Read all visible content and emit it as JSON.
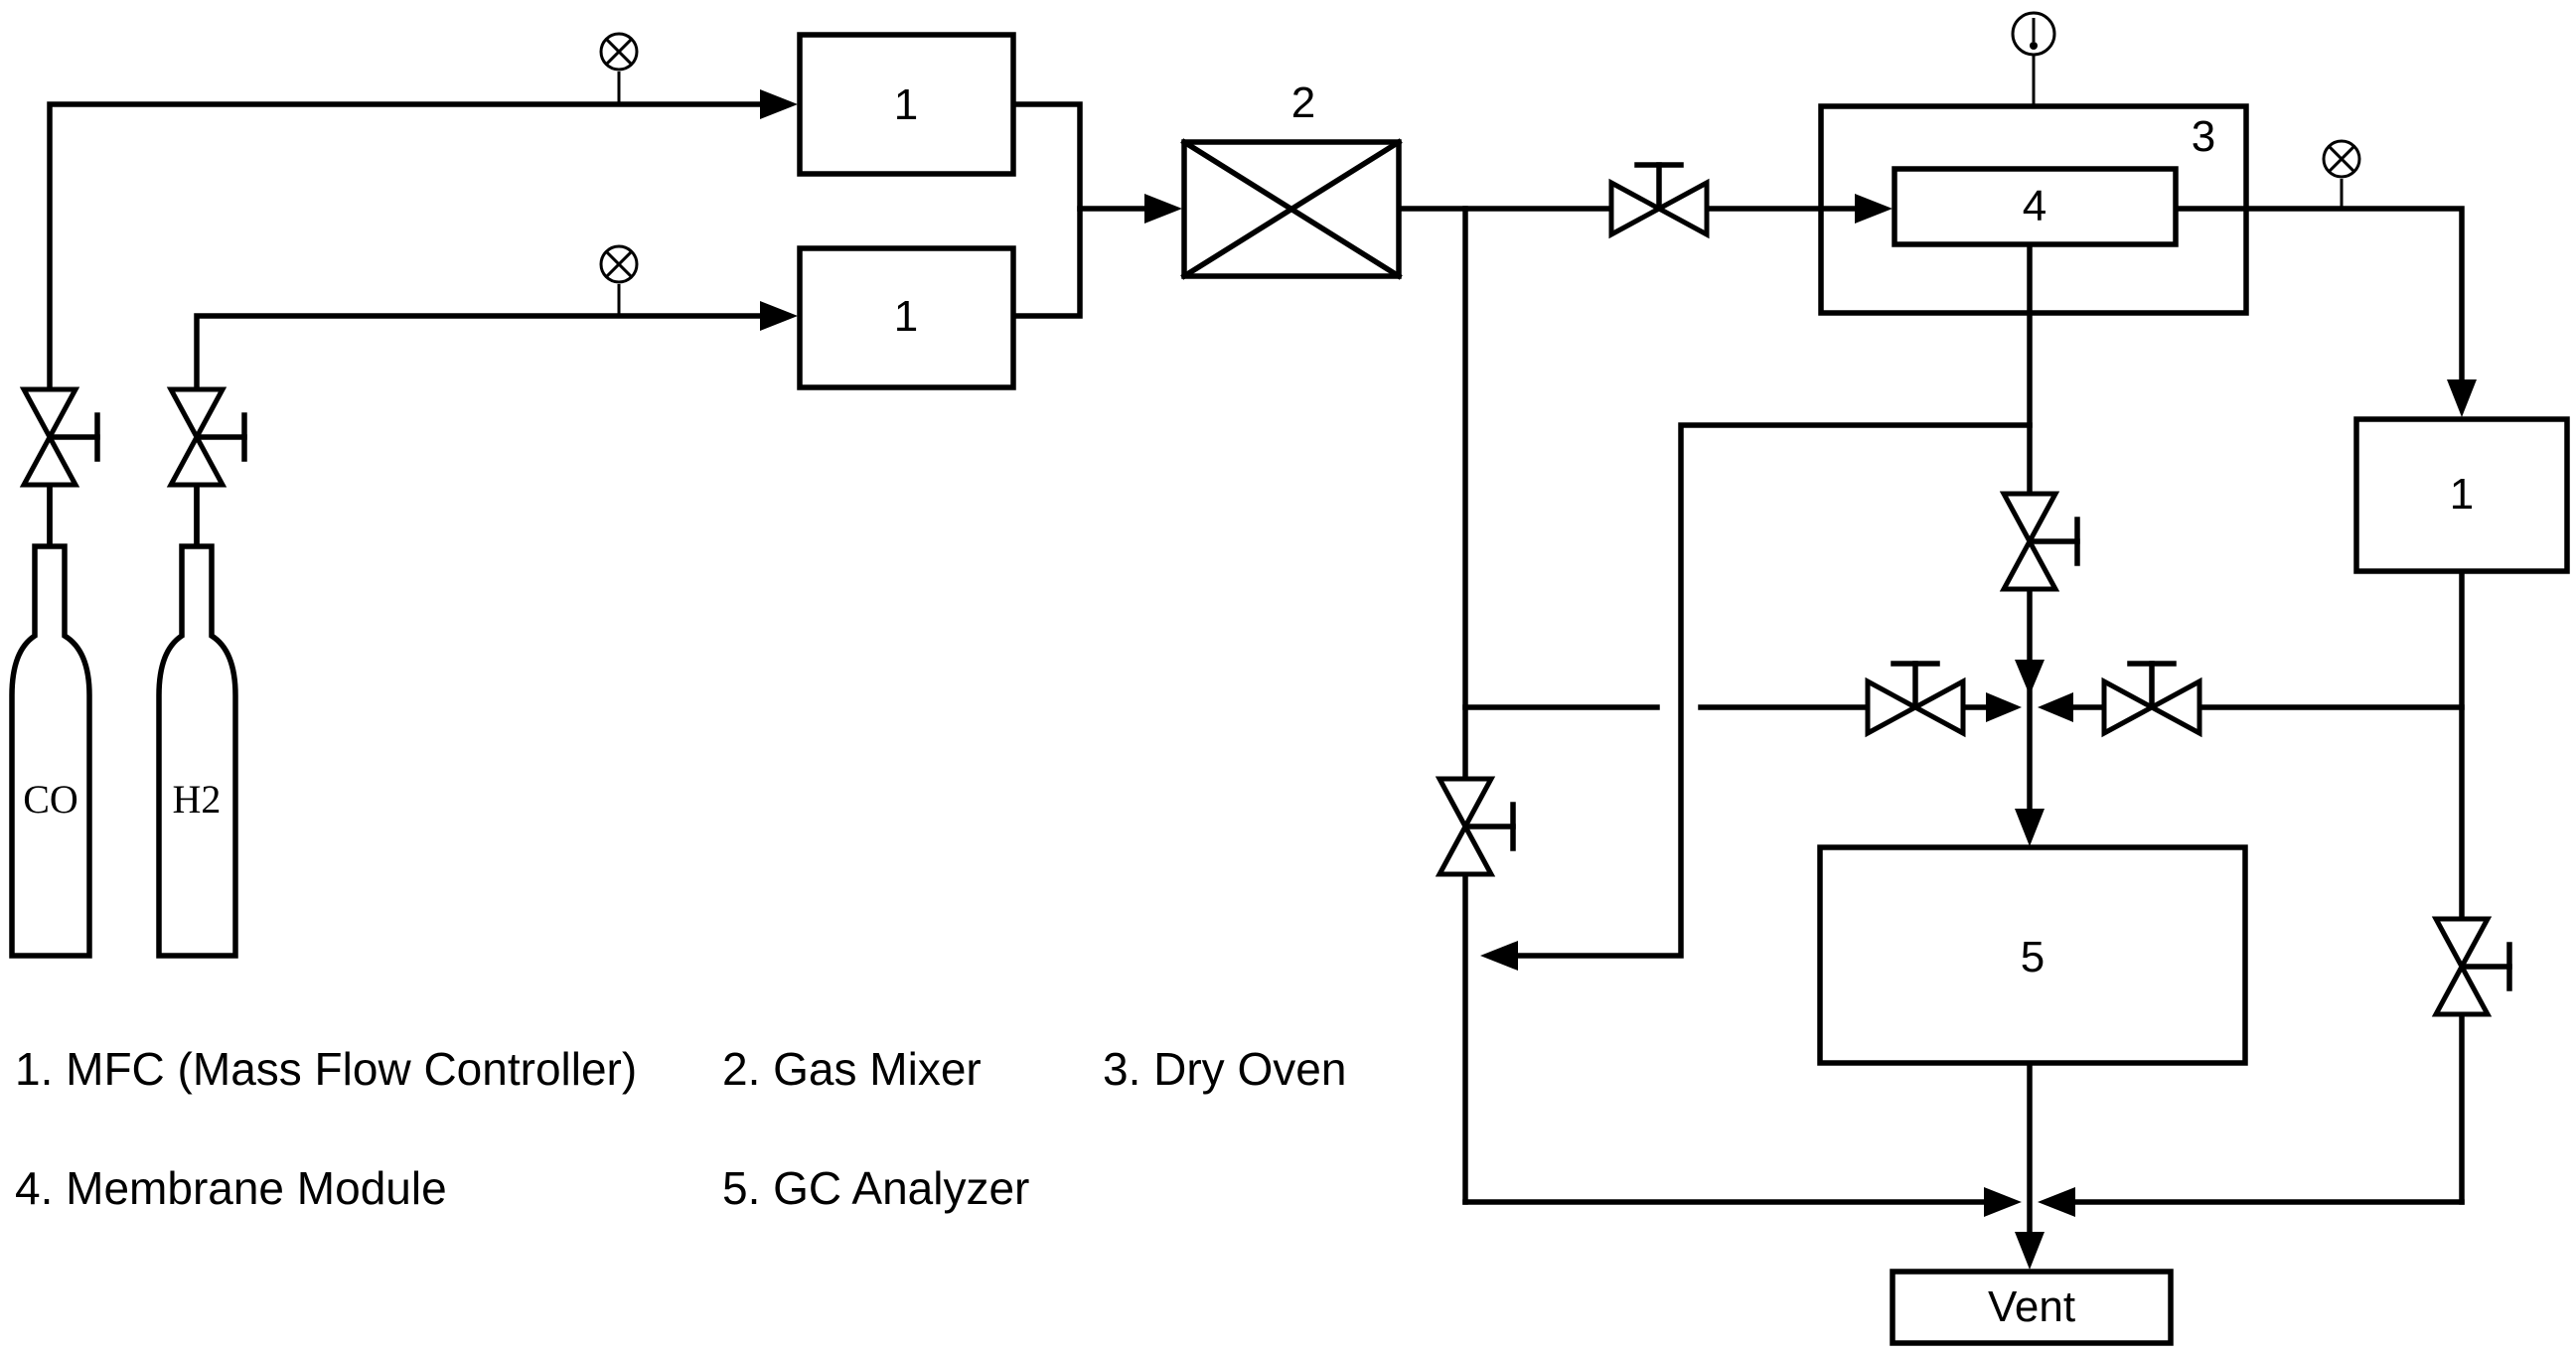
{
  "equipment": {
    "mfc_co": "1",
    "mfc_h2": "1",
    "mixer": "2",
    "oven": "3",
    "membrane": "4",
    "gc": "5",
    "mfc_out": "1",
    "vent": "Vent"
  },
  "cylinders": {
    "co": "CO",
    "h2": "H2"
  },
  "legend": [
    "1. MFC (Mass Flow Controller)",
    "2. Gas Mixer",
    "3. Dry Oven",
    "4. Membrane Module",
    "5. GC Analyzer"
  ]
}
